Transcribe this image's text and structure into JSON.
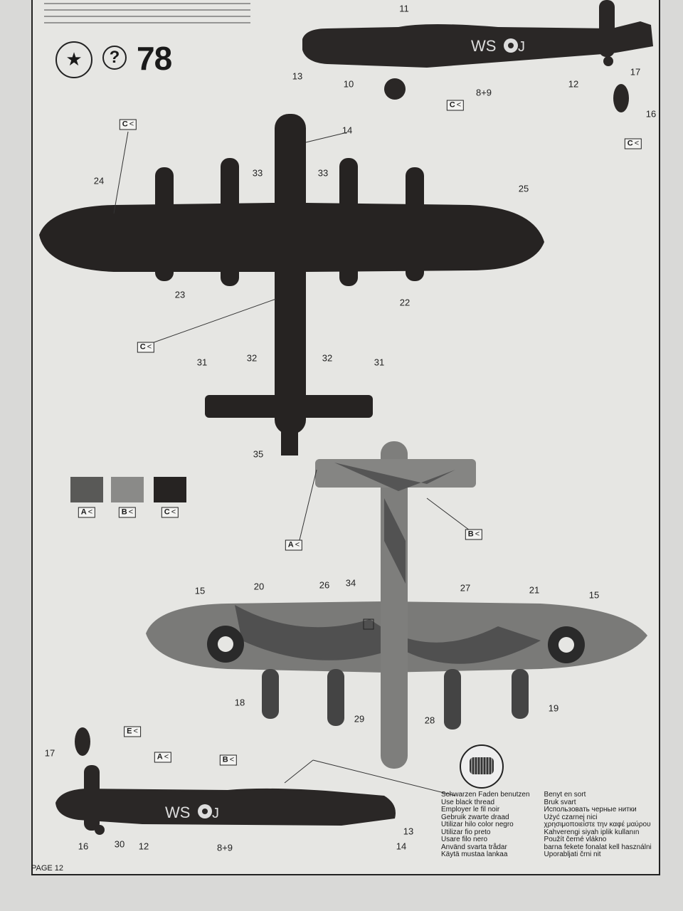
{
  "page_label": "PAGE 12",
  "step_number": "78",
  "help_icon": "question-mark-icon",
  "callouts": {
    "top_side": [
      "11",
      "13",
      "10",
      "8+9",
      "12",
      "17",
      "16"
    ],
    "top_view": [
      "14",
      "24",
      "33",
      "33",
      "25",
      "23",
      "22",
      "31",
      "32",
      "32",
      "31",
      "35"
    ],
    "bottom_view": [
      "15",
      "20",
      "26",
      "34",
      "27",
      "21",
      "15",
      "18",
      "29",
      "28",
      "19"
    ],
    "bottom_side": [
      "17",
      "16",
      "30",
      "12",
      "8+9",
      "13",
      "14"
    ]
  },
  "color_markers": {
    "A": "A",
    "B": "B",
    "C": "C",
    "E": "E"
  },
  "swatches": [
    {
      "label": "A",
      "color": "#595957"
    },
    {
      "label": "B",
      "color": "#8a8a88"
    },
    {
      "label": "C",
      "color": "#262322"
    }
  ],
  "aircraft_code": "WS",
  "aircraft_code_letter": "J",
  "thread_instructions": {
    "col1": [
      "Schwarzen Faden benutzen",
      "Use black thread",
      "Employer le fil noir",
      "Gebruik zwarte draad",
      "Utilizar hilo color negro",
      "Utilizar fio preto",
      "Usare filo nero",
      "Använd svarta trådar",
      "Käytä mustaa lankaa"
    ],
    "col2": [
      "Benyt en sort",
      "Bruk svart",
      "Использовать черные нитки",
      "Użyć czarnej nici",
      "χρησιμοποιείστε την καφέ μαύρου",
      "Kahverengi siyah iplik kullanın",
      "Použít černé vlákno",
      "barna fekete fonalat kell használni",
      "Uporabljati črni nit"
    ]
  }
}
